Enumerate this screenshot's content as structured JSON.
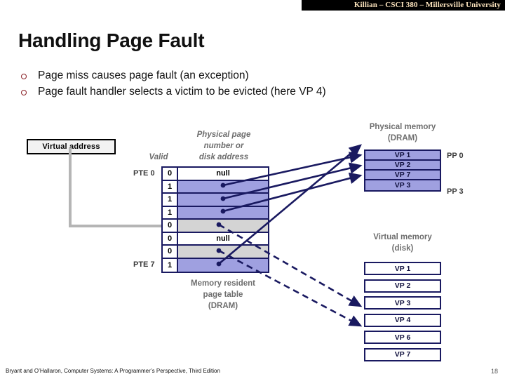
{
  "header": {
    "banner_text": "Killian – CSCI 380 – Millersville University",
    "banner_bg": "#000000",
    "banner_fg": "#fbe3bd"
  },
  "slide": {
    "title": "Handling Page Fault",
    "bullets": [
      "Page miss causes page fault (an exception)",
      "Page fault handler selects a victim to be evicted (here VP 4)"
    ],
    "bullet_color": "#8a2026"
  },
  "diagram": {
    "virtual_address_label": "Virtual address",
    "valid_header": "Valid",
    "ppn_header_line1": "Physical page",
    "ppn_header_line2": "number or",
    "ppn_header_line3": "disk address",
    "pte_first_label": "PTE 0",
    "pte_last_label": "PTE 7",
    "page_table_caption_line1": "Memory resident",
    "page_table_caption_line2": "page table",
    "page_table_caption_line3": "(DRAM)",
    "page_table_rows": [
      {
        "valid": "0",
        "ppn": "null",
        "fill": "c-white"
      },
      {
        "valid": "1",
        "ppn": "",
        "fill": "c-blue"
      },
      {
        "valid": "1",
        "ppn": "",
        "fill": "c-blue"
      },
      {
        "valid": "1",
        "ppn": "",
        "fill": "c-blue"
      },
      {
        "valid": "0",
        "ppn": "",
        "fill": "c-gray"
      },
      {
        "valid": "0",
        "ppn": "null",
        "fill": "c-white"
      },
      {
        "valid": "0",
        "ppn": "",
        "fill": "c-gray"
      },
      {
        "valid": "1",
        "ppn": "",
        "fill": "c-blue"
      }
    ],
    "physical_memory_caption_line1": "Physical memory",
    "physical_memory_caption_line2": "(DRAM)",
    "physical_memory_rows": [
      "VP 1",
      "VP 2",
      "VP 7",
      "VP 3"
    ],
    "pp_first_label": "PP 0",
    "pp_last_label": "PP 3",
    "virtual_memory_caption_line1": "Virtual memory",
    "virtual_memory_caption_line2": "(disk)",
    "disk_rows": [
      "VP 1",
      "VP 2",
      "VP 3",
      "VP 4",
      "VP 6",
      "VP 7"
    ],
    "colors": {
      "navy": "#191960",
      "blue_fill": "#9fa0e0",
      "gray_fill": "#d4d4d4",
      "gray_arrow": "#b5b5b5"
    }
  },
  "footer": {
    "citation": "Bryant and O’Hallaron, Computer Systems: A Programmer’s Perspective, Third Edition",
    "page_number": "18"
  }
}
